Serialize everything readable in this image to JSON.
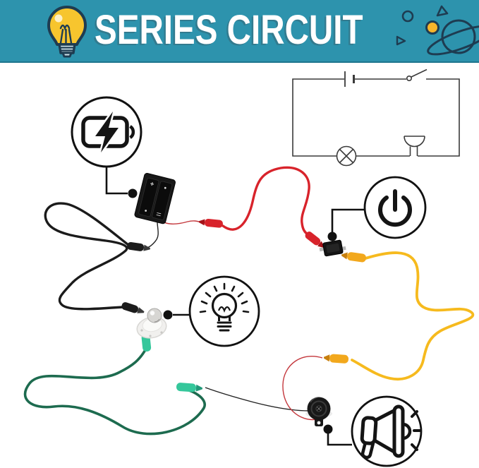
{
  "header": {
    "title": "SERIES CIRCUIT",
    "background_color": "#2D93AD",
    "outline_color": "#1E3C51",
    "logo": {
      "icon": "lightbulb-icon",
      "bulb_color": "#F7C52E"
    },
    "decorations": [
      {
        "icon": "circle-outline-icon"
      },
      {
        "icon": "triangle-outline-icon"
      },
      {
        "icon": "yellow-dot-icon",
        "color": "#F7B52B"
      },
      {
        "icon": "triangle-outline-icon"
      },
      {
        "icon": "saturn-planet-icon"
      }
    ]
  },
  "schematic": {
    "type": "series-circuit",
    "stroke_color": "#3A3A3A",
    "components": [
      {
        "name": "battery",
        "symbol": "two parallel plates, top side"
      },
      {
        "name": "open-switch",
        "symbol": "pivot circle with lever, top right"
      },
      {
        "name": "buzzer",
        "symbol": "half-dome with two legs, bottom right"
      },
      {
        "name": "lamp",
        "symbol": "circle with X, bottom"
      }
    ]
  },
  "callouts": [
    {
      "name": "battery",
      "icon": "battery-charging-icon",
      "circle_center": "151,187"
    },
    {
      "name": "switch",
      "icon": "power-icon",
      "circle_center": "560,294"
    },
    {
      "name": "bulb",
      "icon": "lightbulb-rays-icon",
      "circle_center": "318,441"
    },
    {
      "name": "buzzer",
      "icon": "megaphone-icon",
      "circle_center": "548,611"
    }
  ],
  "components": [
    {
      "name": "battery-pack",
      "description": "black 2xAA battery holder with thin red and black leads"
    },
    {
      "name": "push-switch",
      "description": "small black switch module"
    },
    {
      "name": "bulb-holder",
      "description": "white round lamp base with small screw bulb"
    },
    {
      "name": "piezo-buzzer",
      "description": "black disc buzzer with mounting tab"
    }
  ],
  "wires": [
    {
      "name": "black-jumper",
      "color": "#1B1B1B",
      "from": "battery-pack",
      "to": "bulb-holder"
    },
    {
      "name": "red-jumper",
      "color": "#D8232B",
      "from": "battery-pack",
      "to": "push-switch"
    },
    {
      "name": "yellow-jumper",
      "color": "#F6BA1E",
      "from": "push-switch",
      "to": "buzzer-red-lead"
    },
    {
      "name": "green-jumper",
      "color": "#1D6B4F",
      "clip_color": "#35C79B",
      "from": "bulb-holder",
      "to": "piezo-buzzer"
    }
  ]
}
